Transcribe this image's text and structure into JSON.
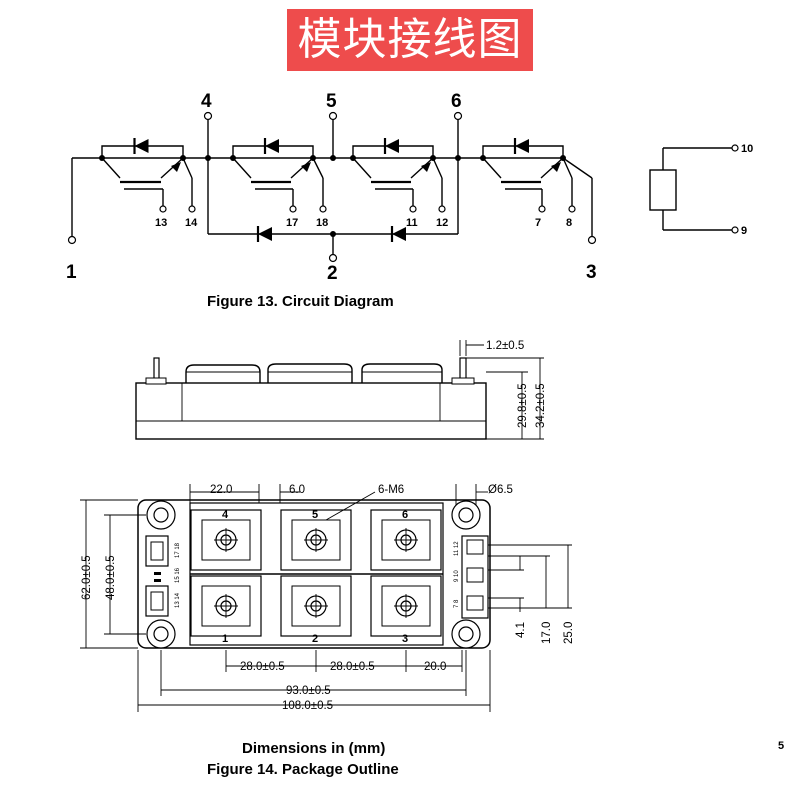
{
  "banner": {
    "title": "模块接线图",
    "bg_color": "#ee4c4c"
  },
  "circuit": {
    "main_terminals": {
      "t4": "4",
      "t5": "5",
      "t6": "6",
      "t1": "1",
      "t2": "2",
      "t3": "3"
    },
    "gate_pins": {
      "p13": "13",
      "p14": "14",
      "p17": "17",
      "p18": "18",
      "p11": "11",
      "p12": "12",
      "p7": "7",
      "p8": "8"
    },
    "thermistor_pins": {
      "p10": "10",
      "p9": "9"
    },
    "caption": "Figure 13. Circuit Diagram"
  },
  "package": {
    "side_view": {
      "pin_width": "1.2±0.5",
      "height_small": "29.8±0.5",
      "height_large": "34.2±0.5"
    },
    "top_view": {
      "dim_22": "22.0",
      "dim_6": "6.0",
      "bolt_label": "6-M6",
      "hole_dia": "Ø6.5",
      "height_62": "62.0±0.5",
      "height_48": "48.0±0.5",
      "pitch_28_a": "28.0±0.5",
      "pitch_28_b": "28.0±0.5",
      "dim_20": "20.0",
      "width_93": "93.0±0.5",
      "width_108": "108.0±0.5",
      "dim_41": "4.1",
      "dim_17": "17.0",
      "dim_25": "25.0",
      "terminal_labels": {
        "t4": "4",
        "t5": "5",
        "t6": "6",
        "t1": "1",
        "t2": "2",
        "t3": "3"
      },
      "left_pin_labels": {
        "a": "17 18",
        "b": "15 16",
        "c": "13 14"
      },
      "right_pin_labels": {
        "a": "11 12",
        "b": "9 10",
        "c": "7 8"
      }
    },
    "units_note": "Dimensions in (mm)",
    "caption": "Figure 14. Package Outline"
  },
  "page_number": "5"
}
